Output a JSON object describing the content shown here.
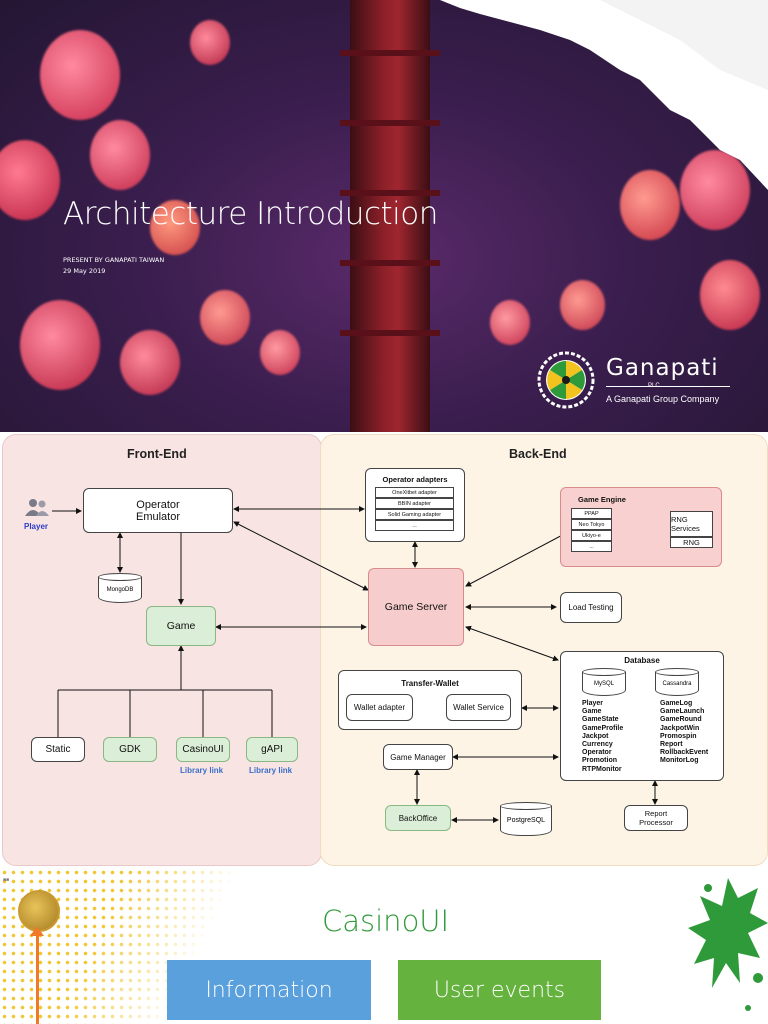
{
  "hero": {
    "title": "Architecture Introduction",
    "presenter": "PRESENT BY GANAPATI TAIWAN",
    "date": "29 May 2019",
    "logo_name": "Ganapati",
    "logo_plc": "PLC",
    "logo_group": "A Ganapati Group Company"
  },
  "diagram": {
    "frontend_title": "Front-End",
    "backend_title": "Back-End",
    "player": "Player",
    "operator_emulator": "Operator\nEmulator",
    "mongodb": "MongoDB",
    "game": "Game",
    "static": "Static",
    "gdk": "GDK",
    "casinoui": "CasinoUI",
    "gapi": "gAPI",
    "library_link": "Library link",
    "operator_adapters_title": "Operator adapters",
    "operator_adapters": [
      "OneXitbet adapter",
      "BBIN adapter",
      "Solid Gaming adapter",
      "..."
    ],
    "game_engine_title": "Game Engine",
    "game_engine_items": [
      "PPAP",
      "Neo Tokyo",
      "Ukiyo-e",
      "..."
    ],
    "rng_services": "RNG Services",
    "rng": "RNG",
    "game_server": "Game Server",
    "load_testing": "Load Testing",
    "transfer_wallet_title": "Transfer-Wallet",
    "wallet_adapter": "Wallet adapter",
    "wallet_service": "Wallet Service",
    "database_title": "Database",
    "mysql": "MySQL",
    "cassandra": "Cassandra",
    "mysql_tables": [
      "Player",
      "Game",
      "GameState",
      "GameProfile",
      "Jackpot",
      "Currency",
      "Operator",
      "Promotion",
      "RTPMonitor"
    ],
    "cassandra_tables": [
      "GameLog",
      "GameLaunch",
      "GameRound",
      "JackpotWin",
      "Promospin",
      "Report",
      "RollbackEvent",
      "MonitorLog"
    ],
    "game_manager": "Game Manager",
    "backoffice": "BackOffice",
    "postgresql": "PostgreSQL",
    "report_processor": "Report\nProcessor"
  },
  "bottom": {
    "corner_label": "■■",
    "title": "CasinoUI",
    "btn_information": "Information",
    "btn_user_events": "User events"
  },
  "colors": {
    "frontend_bg": "#f9e4e4",
    "backend_bg": "#fdf4e6",
    "green_box": "#dbeed7",
    "red_box": "#f6cccc",
    "casino_title": "#2f9a3a",
    "information_btn": "#5aa0dd",
    "user_events_btn": "#66b23e"
  }
}
